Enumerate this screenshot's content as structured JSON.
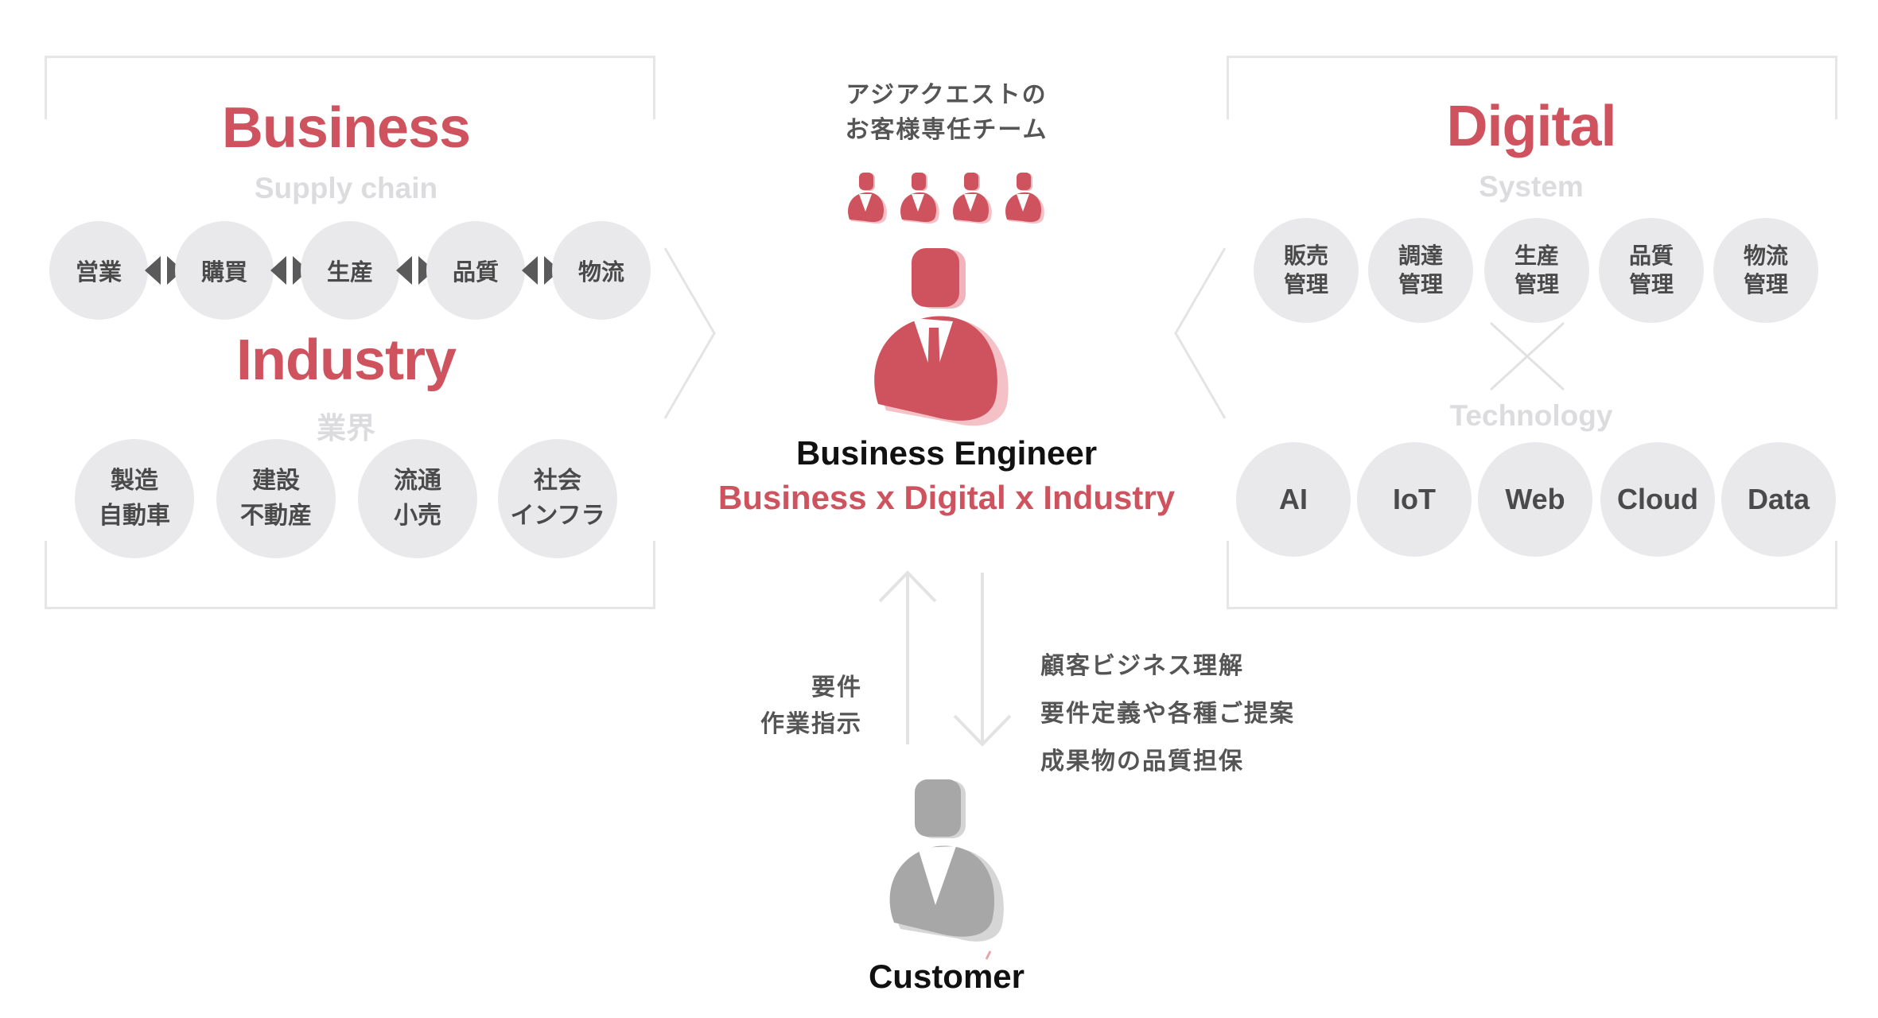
{
  "left": {
    "title": "Business",
    "subtitle": "Supply chain",
    "supply_chain": [
      "営業",
      "購買",
      "生産",
      "品質",
      "物流"
    ],
    "industry_title": "Industry",
    "industry_subtitle": "業界",
    "industries": [
      "製造\n自動車",
      "建設\n不動産",
      "流通\n小売",
      "社会\nインフラ"
    ]
  },
  "center": {
    "team_label": "アジアクエストの\nお客様専任チーム",
    "engineer_title": "Business Engineer",
    "engineer_subtitle": "Business x Digital x Industry",
    "up_label": "要件\n作業指示",
    "down_items": [
      "顧客ビジネス理解",
      "要件定義や各種ご提案",
      "成果物の品質担保"
    ],
    "customer_label": "Customer"
  },
  "right": {
    "title": "Digital",
    "subtitle": "System",
    "systems": [
      "販売\n管理",
      "調達\n管理",
      "生産\n管理",
      "品質\n管理",
      "物流\n管理"
    ],
    "tech_title": "Technology",
    "technologies": [
      "AI",
      "IoT",
      "Web",
      "Cloud",
      "Data"
    ]
  },
  "colors": {
    "accent": "#cf535e",
    "circle": "#e9e9ec",
    "bracket": "#e6e6e6",
    "customer": "#a7a7a7"
  },
  "icons": [
    "team-member-icon",
    "business-engineer-icon",
    "customer-icon",
    "double-arrow-icon",
    "chevron-right-icon",
    "chevron-left-icon",
    "cross-icon",
    "up-arrow-icon",
    "down-arrow-icon"
  ]
}
